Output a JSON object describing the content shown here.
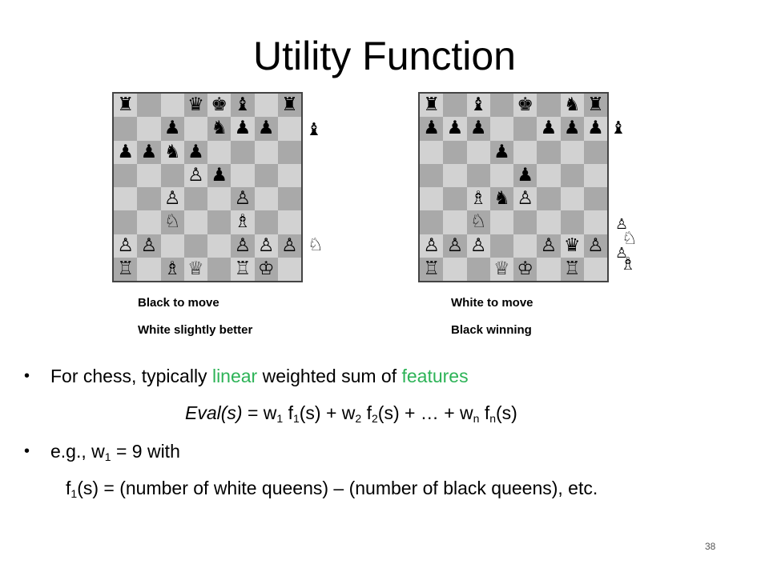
{
  "slide": {
    "title": "Utility Function",
    "page_number": "38"
  },
  "boards": [
    {
      "caption_line1": "Black to move",
      "caption_line2": "White slightly better",
      "rows": [
        [
          "♜",
          "",
          "",
          "♛",
          "♚",
          "♝",
          "",
          "♜"
        ],
        [
          "",
          "",
          "♟",
          "",
          "♞",
          "♟",
          "♟",
          ""
        ],
        [
          "♟",
          "♟",
          "♞",
          "♟",
          "",
          "",
          "",
          ""
        ],
        [
          "",
          "",
          "",
          "♙",
          "♟",
          "",
          "",
          ""
        ],
        [
          "",
          "",
          "♙",
          "",
          "",
          "♙",
          "",
          ""
        ],
        [
          "",
          "",
          "♘",
          "",
          "",
          "♗",
          "",
          ""
        ],
        [
          "♙",
          "♙",
          "",
          "",
          "",
          "♙",
          "♙",
          "♙"
        ],
        [
          "♖",
          "",
          "♗",
          "♕",
          "",
          "♖",
          "♔",
          ""
        ]
      ],
      "captured": [
        "♝",
        "♘"
      ]
    },
    {
      "caption_line1": "White to move",
      "caption_line2": "Black winning",
      "rows": [
        [
          "♜",
          "",
          "♝",
          "",
          "♚",
          "",
          "♞",
          "♜"
        ],
        [
          "♟",
          "♟",
          "♟",
          "",
          "",
          "♟",
          "♟",
          "♟"
        ],
        [
          "",
          "",
          "",
          "♟",
          "",
          "",
          "",
          ""
        ],
        [
          "",
          "",
          "",
          "",
          "♟",
          "",
          "",
          ""
        ],
        [
          "",
          "",
          "♗",
          "♞",
          "♙",
          "",
          "",
          ""
        ],
        [
          "",
          "",
          "♘",
          "",
          "",
          "",
          "",
          ""
        ],
        [
          "♙",
          "♙",
          "♙",
          "",
          "",
          "♙",
          "♛",
          "♙"
        ],
        [
          "♖",
          "",
          "",
          "♕",
          "♔",
          "",
          "♖",
          ""
        ]
      ],
      "captured": [
        "♝",
        "♙",
        "♘",
        "♙",
        "♗"
      ]
    }
  ],
  "bullets": {
    "b1_pre": "For chess, typically ",
    "b1_word1": "linear",
    "b1_mid": " weighted sum of ",
    "b1_word2": "features",
    "eval_name": "Eval(s)",
    "eq_1": " = w",
    "sub_1": "1",
    "eq_2": " f",
    "sub_2": "1",
    "eq_3": "(s) + w",
    "sub_3": "2",
    "eq_4": " f",
    "sub_4": "2",
    "eq_5": "(s) + … + w",
    "sub_5": "n",
    "eq_6": " f",
    "sub_6": "n",
    "eq_7": "(s)",
    "b2_pre": "e.g., w",
    "b2_sub": "1",
    "b2_post": " = 9 with",
    "b3_pre": "f",
    "b3_sub": "1",
    "b3_post": "(s) = (number of white queens) – (number of black queens), etc."
  },
  "colors": {
    "accent": "#2db357",
    "light_square": "#d2d2d2",
    "dark_square": "#a9a9a9"
  }
}
